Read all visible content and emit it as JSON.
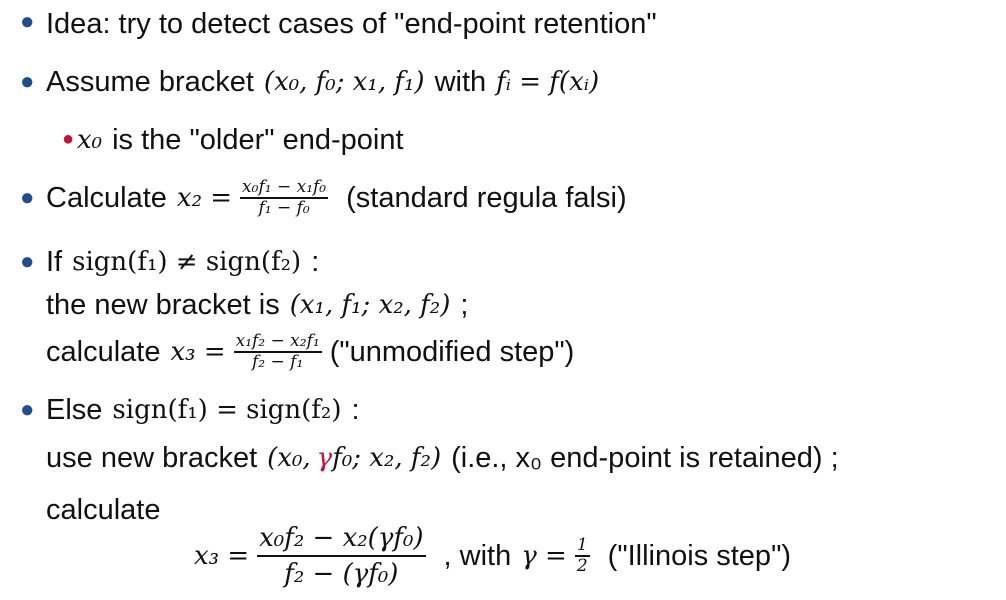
{
  "bullets": {
    "b1": "Idea: try to detect cases of \"end-point retention\"",
    "b2_text": "Assume bracket",
    "b2_math": "(x₀, f₀; x₁, f₁)",
    "b2_with": "with",
    "b2_def": "fᵢ = f(xᵢ)",
    "sub_math": "x₀",
    "sub_text": "is the \"older\" end-point",
    "b3_text": "Calculate",
    "b3_lhs": "x₂ =",
    "b3_num": "x₀f₁ − x₁f₀",
    "b3_den": "f₁ − f₀",
    "b3_note": "(standard regula falsi)",
    "b4_if": "If",
    "b4_cond": "sign(f₁) ≠ sign(f₂)",
    "b4_colon": ":",
    "b4_l2_text": "the new bracket is",
    "b4_l2_math": "(x₁, f₁; x₂, f₂)",
    "b4_l2_end": ";",
    "b4_l3_text": "calculate",
    "b4_l3_lhs": "x₃ =",
    "b4_l3_num": "x₁f₂ − x₂f₁",
    "b4_l3_den": "f₂ − f₁",
    "b4_l3_note": "(\"unmodified step\")",
    "b5_else": "Else",
    "b5_cond": "sign(f₁) = sign(f₂)",
    "b5_colon": ":",
    "b5_l2_text": "use new bracket",
    "b5_l2_m1": "(x₀,",
    "b5_l2_gamma": "γ",
    "b5_l2_m2": "f₀; x₂, f₂)",
    "b5_l2_note": "(i.e., x₀ end-point is retained) ;",
    "b5_l3_text": "calculate",
    "b5_f_lhs": "x₃ =",
    "b5_f_num": "x₀f₂ − x₂(γf₀)",
    "b5_f_den": "f₂ − (γf₀)",
    "b5_f_with": ", with",
    "b5_f_gamma": "γ =",
    "b5_f_half_num": "1",
    "b5_f_half_den": "2",
    "b5_f_note": "(\"Illinois step\")"
  },
  "colors": {
    "bullet": "#1f4e8c",
    "accent": "#c0143c"
  }
}
